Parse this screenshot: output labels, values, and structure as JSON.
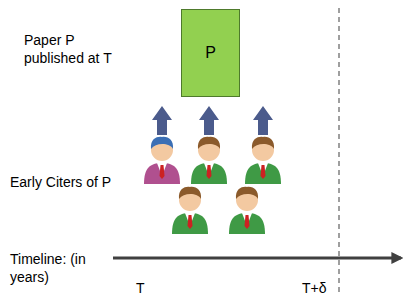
{
  "diagram": {
    "nodes": [
      {
        "text": [
          "P"
        ]
      }
    ],
    "labels": [
      "Paper P published at T",
      "Early Citers of P",
      "Timeline: (in years)",
      "T",
      "T+δ"
    ]
  }
}
